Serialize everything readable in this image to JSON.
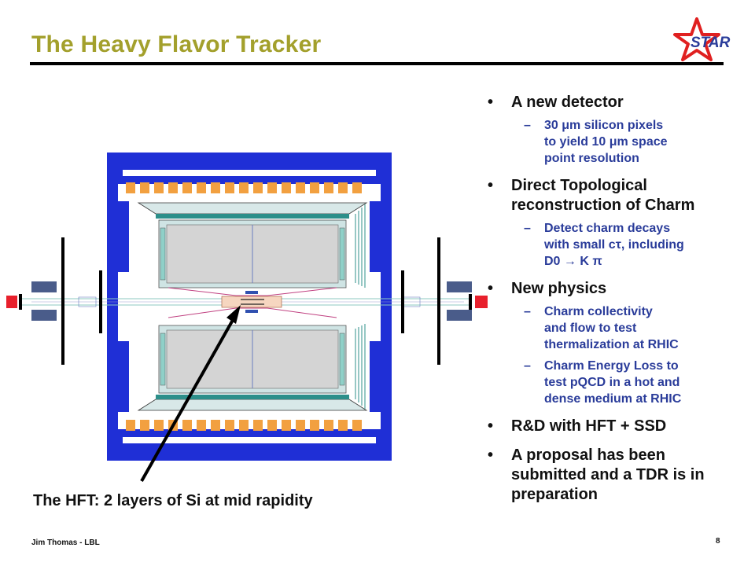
{
  "slide": {
    "title": "The Heavy Flavor Tracker",
    "logo_text": "STAR",
    "caption": "The HFT:  2 layers of Si at mid rapidity",
    "footer_left": "Jim Thomas - LBL",
    "page_number": "8"
  },
  "bullets": [
    {
      "text": "A new detector",
      "subs": [
        [
          "30 μm silicon pixels",
          "to yield 10 μm space",
          "point resolution"
        ]
      ]
    },
    {
      "text": "Direct Topological reconstruction of Charm",
      "subs": [
        [
          "Detect charm decays",
          "with small cτ, including",
          "D0 → K π"
        ]
      ]
    },
    {
      "text": "New physics",
      "subs": [
        [
          "Charm collectivity",
          "and flow to test",
          "thermalization at RHIC"
        ],
        [
          "Charm Energy Loss to",
          "test pQCD in a hot and",
          "dense medium at RHIC"
        ]
      ]
    },
    {
      "text": "R&D with HFT + SSD",
      "subs": []
    },
    {
      "text": "A proposal has been submitted and a TDR is in preparation",
      "subs": []
    }
  ],
  "colors": {
    "title": "#a3a02c",
    "subbullet": "#2a3c9a",
    "magnet_blue": "#1f2fd6",
    "coil_orange": "#f2a040",
    "tpc_gray": "#d4d4d4",
    "beam_red": "#e8202c",
    "logo_red": "#e02020"
  },
  "icons": {
    "logo": "star-logo-icon",
    "bullet": "bullet-dot-icon"
  }
}
